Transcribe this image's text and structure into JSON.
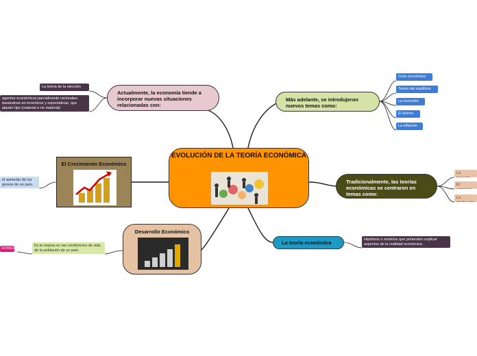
{
  "central": {
    "title": "EVOLUCIÓN DE LA TEORÍA ECONÓMICA",
    "image_icon": "people-gears-image"
  },
  "branches": {
    "actualmente": {
      "label": "Actualmente, la economía tiende a incorporar nuevas situaciones relacionadas con:"
    },
    "mas_adelante": {
      "label": "Más adelante, se introdujeron nuevos temas como:"
    },
    "tradicionalmente": {
      "label": "Tradicionalmente, las teorías económicas se centraron en temas como:"
    },
    "teoria_economica": {
      "label": "La teoría económica"
    },
    "crecimiento": {
      "label": "El Crecimiento Económico",
      "image_icon": "gold-coins-growth-image"
    },
    "desarrollo": {
      "label": "Desarrollo Económico",
      "image_icon": "growth-bars-chalkboard-image"
    }
  },
  "leaves": {
    "mas_adelante": [
      "Ciclo económico",
      "Teoría del equilibrio",
      "La inversión",
      "El ahorro",
      "La inflación"
    ],
    "tradicionalmente": [
      "La moneda",
      "El comercio",
      "La producción"
    ],
    "teoria_economica": "Hipótesis o modelos que pretenden explicar aspectos de la realidad económica.",
    "actualmente": [
      "La teoría de la elección",
      "agentes económicos parcialmente racionales basándose en incentivos y expectativas, que alquier tipo (material o no material)"
    ],
    "crecimiento": "el aumento de los gresos de un país.",
    "desarrollo": "Es la mejora en las condiciones de vida de la población de un país.",
    "desarrollo_far": "DORES"
  },
  "colors": {
    "central": "#ff9300",
    "actualmente": "#e9c9d0",
    "mas_adelante": "#d6e3a6",
    "tradicionalmente": "#4a4b16",
    "teoria_economica": "#1b9ac4",
    "crecimiento": "#9c8459",
    "desarrollo": "#e5c2a4",
    "link": "#1a1a1a"
  }
}
